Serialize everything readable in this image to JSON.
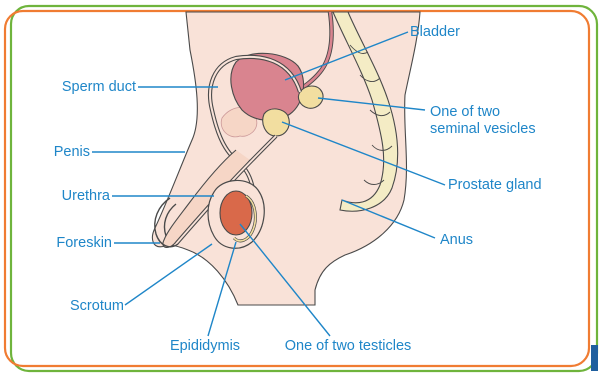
{
  "diagram": {
    "labels": {
      "bladder": "Bladder",
      "sperm_duct": "Sperm duct",
      "seminal_vesicles_line1": "One of two",
      "seminal_vesicles_line2": "seminal vesicles",
      "penis": "Penis",
      "prostate_gland": "Prostate gland",
      "urethra": "Urethra",
      "anus": "Anus",
      "foreskin": "Foreskin",
      "scrotum": "Scrotum",
      "epididymis": "Epididymis",
      "testicles": "One of two testicles"
    },
    "colors": {
      "label_text": "#1f86c8",
      "leader_line": "#1f86c8",
      "outer_frame": "#6fb43c",
      "inner_frame": "#f07c32",
      "body_fill": "#f9e2d8",
      "bladder_fill": "#d9848f",
      "gland_fill": "#f2dea0",
      "testicle_fill": "#d9694a",
      "bowel_fill": "#f4ecc5",
      "outline": "#4a4a4a"
    }
  }
}
